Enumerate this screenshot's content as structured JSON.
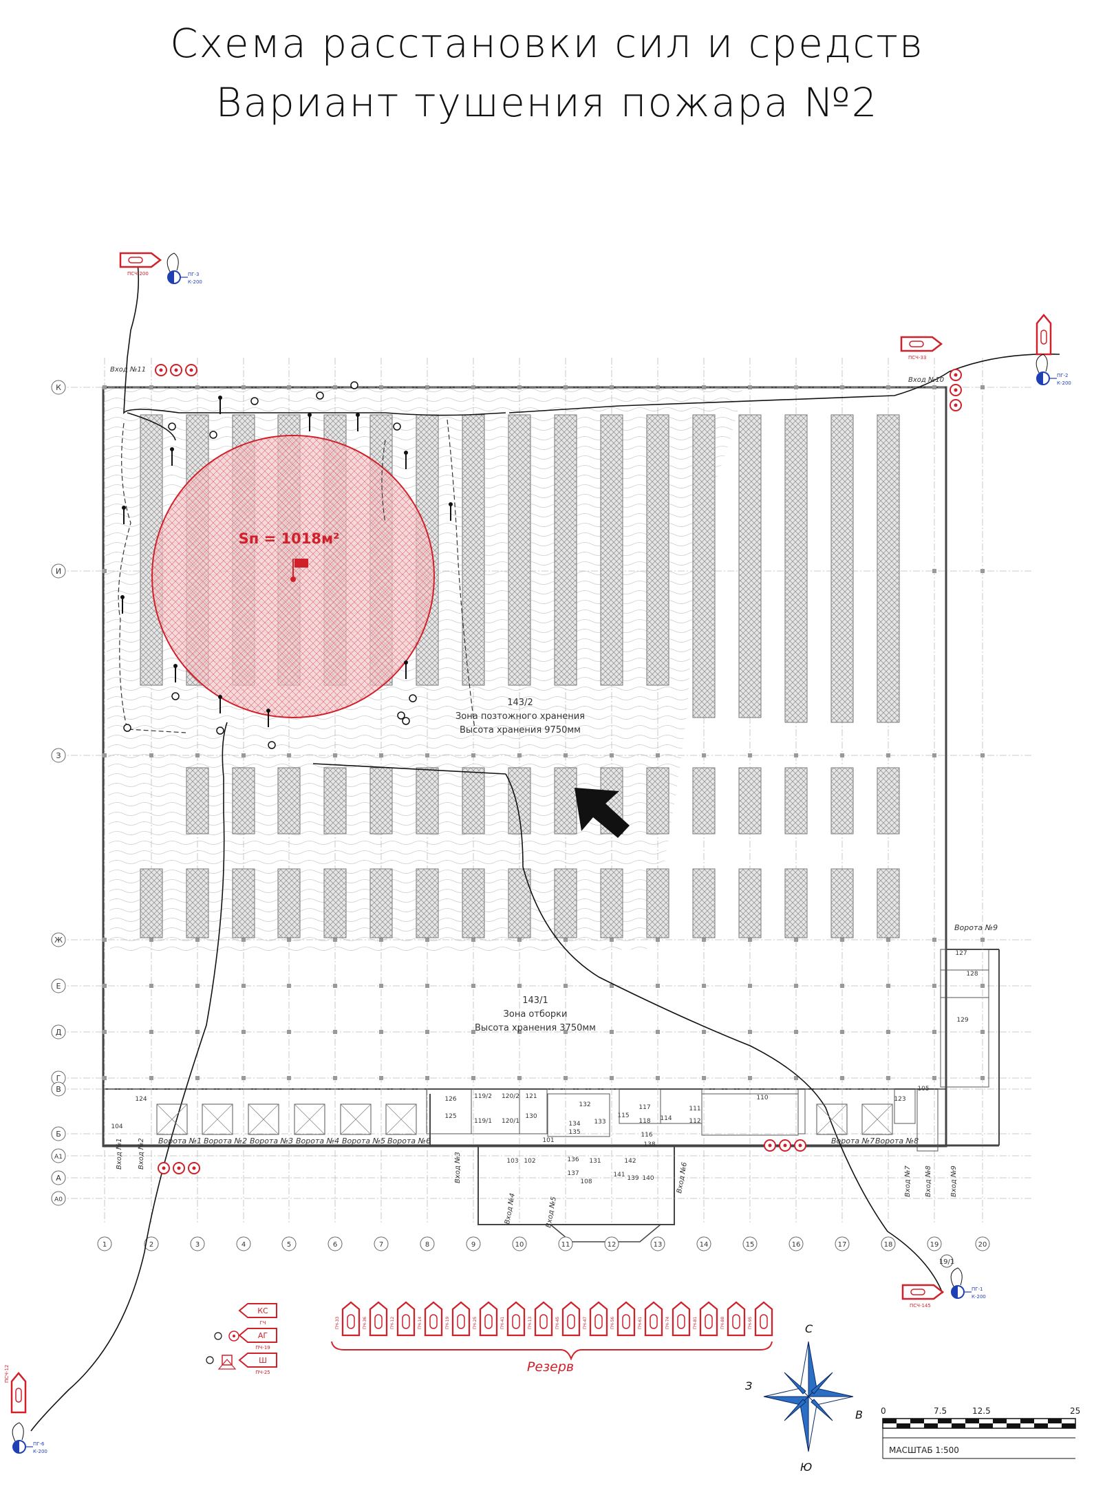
{
  "title": {
    "line1": "Схема расстановки сил и средств",
    "line2": "Вариант тушения пожара №2"
  },
  "fire_area_label": "Sп = 1018м²",
  "zones": [
    {
      "name": "143/2",
      "line1": "Зона позтожного хранения",
      "line2": "Высота хранения 9750мм"
    },
    {
      "name": "143/1",
      "line1": "Зона отборки",
      "line2": "Высота хранения 3750мм"
    }
  ],
  "row_axes": [
    "К",
    "И",
    "З",
    "Ж",
    "Е",
    "Д",
    "Г",
    "В",
    "Б",
    "А1",
    "А",
    "А0"
  ],
  "column_axes": [
    "1",
    "2",
    "3",
    "4",
    "5",
    "6",
    "7",
    "8",
    "9",
    "10",
    "11",
    "12",
    "13",
    "14",
    "15",
    "16",
    "17",
    "18",
    "19",
    "20"
  ],
  "column_axis_extra": "19/1",
  "gates": [
    "Ворота №1",
    "Ворота №2",
    "Ворота №3",
    "Ворота №4",
    "Ворота №5",
    "Ворота №6",
    "Ворота №7",
    "Ворота №8",
    "Ворота №9"
  ],
  "entrances": [
    "Вход №1",
    "Вход №2",
    "Вход №3",
    "Вход №4",
    "Вход №5",
    "Вход №6",
    "Вход №7",
    "Вход №8",
    "Вход №9",
    "Вход №10",
    "Вход №11"
  ],
  "rooms": [
    "124",
    "104",
    "126",
    "125",
    "119/2",
    "120/2",
    "119/1",
    "120/1",
    "121",
    "130",
    "132",
    "133",
    "134",
    "135",
    "101",
    "103",
    "102",
    "136",
    "137",
    "131",
    "108",
    "115",
    "117",
    "118",
    "114",
    "116",
    "138",
    "142",
    "141",
    "139",
    "140",
    "111",
    "112",
    "110",
    "123",
    "105",
    "127",
    "128",
    "129"
  ],
  "hydrants": [
    {
      "label": "ПГ-3",
      "sub": "К-200"
    },
    {
      "label": "ПГ-2",
      "sub": "К-200"
    },
    {
      "label": "ПГ-1",
      "sub": "К-200"
    },
    {
      "label": "ПГ-6",
      "sub": "К-200"
    }
  ],
  "trucks": [
    {
      "label": "ПСЧ-200"
    },
    {
      "label": "ПСЧ-33"
    },
    {
      "label": "ПСЧ-145"
    },
    {
      "label": "ПСЧ-12"
    }
  ],
  "legend": {
    "ks": "КС",
    "ag": "АГ",
    "sh": "Ш",
    "ks_sub": "ГЧ",
    "ag_sub": "ПЧ-19",
    "sh_sub": "ПЧ-25"
  },
  "reserve_label": "Резерв",
  "reserve_vehicles": [
    "ПЧ-33",
    "ПЧ-36",
    "ПЧ-12",
    "ПЧ-14",
    "ПЧ-19",
    "ПЧ-25",
    "ПЧ-41",
    "ПЧ-13",
    "ПЧ-45",
    "ПЧ-47",
    "ПЧ-56",
    "ПЧ-61",
    "ПЧ-74",
    "ПЧ-81",
    "ПЧ-88",
    "ПЧ-95"
  ],
  "compass": {
    "north": "С",
    "south": "Ю",
    "west": "З",
    "east": "В"
  },
  "scale": {
    "ticks": [
      "0",
      "7.5",
      "12.5",
      "25"
    ],
    "label": "МАСШТАБ  1:500"
  },
  "colors": {
    "fire": "#d0202a",
    "hydrant": "#1f3fb5",
    "line": "#222222",
    "wave": "#cccccc"
  }
}
